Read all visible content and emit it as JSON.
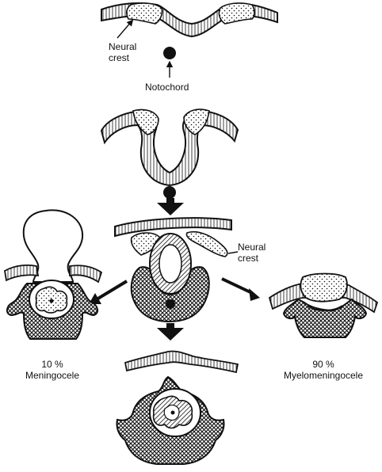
{
  "labels": {
    "neural_crest_top_line1": "Neural",
    "neural_crest_top_line2": "crest",
    "notochord": "Notochord",
    "neural_crest_mid_line1": "Neural",
    "neural_crest_mid_line2": "crest",
    "meningocele_percent": "10 %",
    "meningocele": "Meningocele",
    "myelomeningocele_percent": "90 %",
    "myelomeningocele": "Myelomeningocele"
  },
  "colors": {
    "ink": "#111111",
    "paper": "#ffffff"
  }
}
